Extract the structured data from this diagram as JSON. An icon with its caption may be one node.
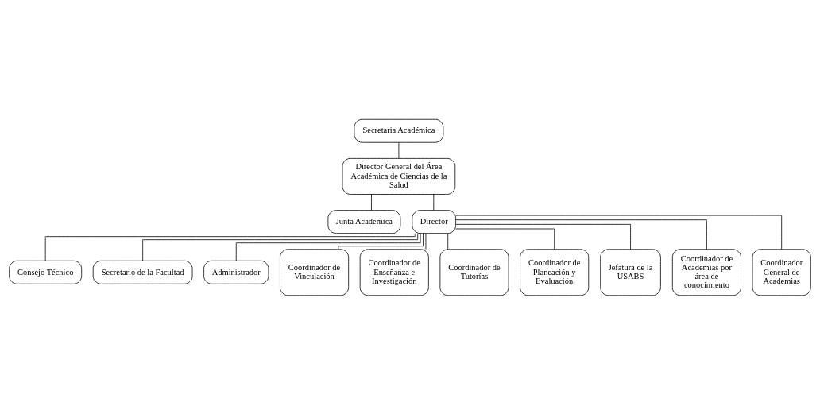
{
  "diagram": {
    "nodes": [
      {
        "text": [
          "Secretaria Académica"
        ]
      },
      {
        "text": [
          "Director General del Área Académica de Ciencias de la Salud"
        ]
      },
      {
        "text": [
          "Junta Académica"
        ]
      },
      {
        "text": [
          "Director"
        ]
      },
      {
        "text": [
          "Consejo Técnico"
        ]
      },
      {
        "text": [
          "Secretario de la Facultad"
        ]
      },
      {
        "text": [
          "Administrador"
        ]
      },
      {
        "text": [
          "Coordinador de Vinculación"
        ]
      },
      {
        "text": [
          "Coordinador de Enseñanza e Investigación"
        ]
      },
      {
        "text": [
          "Coordinador de Tutorías"
        ]
      },
      {
        "text": [
          "Coordinador de Planeación y Evaluación"
        ]
      },
      {
        "text": [
          "Jefatura de la USABS"
        ]
      },
      {
        "text": [
          "Coordinador de Academias por área de conocimiento"
        ]
      },
      {
        "text": [
          "Coordinador General de Academias"
        ]
      }
    ],
    "edges": [
      {
        "from": 0,
        "to": 1,
        "arrow": "none"
      },
      {
        "from": 1,
        "to": 2,
        "arrow": "none"
      },
      {
        "from": 1,
        "to": 3,
        "arrow": "none"
      },
      {
        "from": 3,
        "to": 4,
        "arrow": "none"
      },
      {
        "from": 3,
        "to": 5,
        "arrow": "none"
      },
      {
        "from": 3,
        "to": 6,
        "arrow": "none"
      },
      {
        "from": 3,
        "to": 7,
        "arrow": "none"
      },
      {
        "from": 3,
        "to": 8,
        "arrow": "none"
      },
      {
        "from": 3,
        "to": 9,
        "arrow": "none"
      },
      {
        "from": 3,
        "to": 10,
        "arrow": "none"
      },
      {
        "from": 3,
        "to": 11,
        "arrow": "none"
      },
      {
        "from": 3,
        "to": 12,
        "arrow": "none"
      },
      {
        "from": 3,
        "to": 13,
        "arrow": "none"
      }
    ]
  }
}
